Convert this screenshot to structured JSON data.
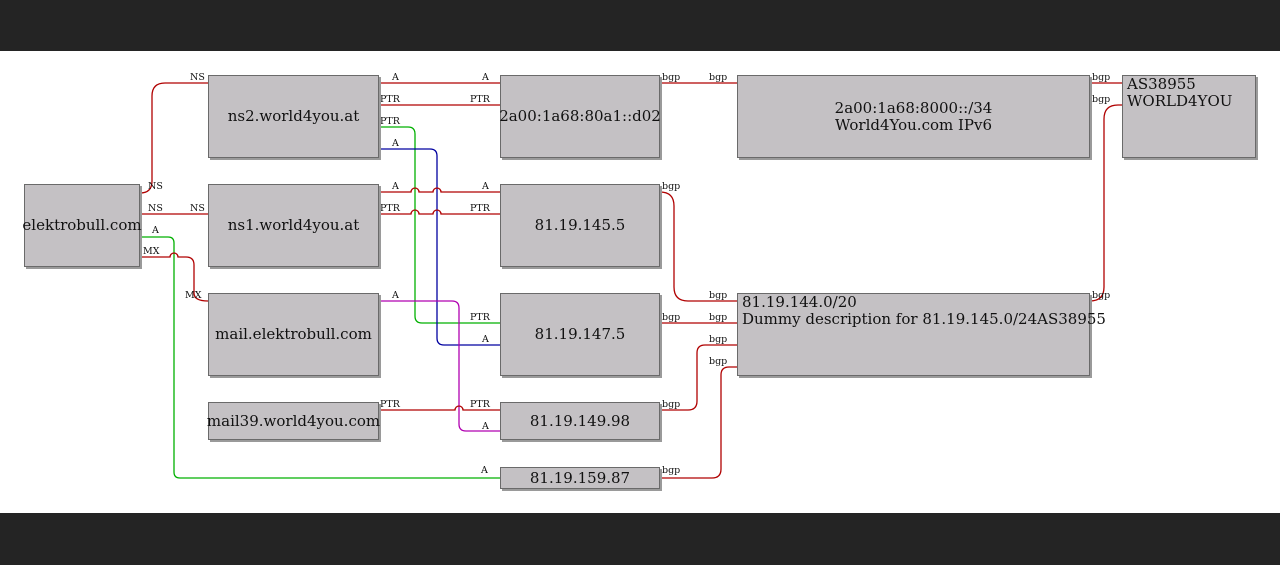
{
  "colors": {
    "bgp": "#b00000",
    "ns": "#b00000",
    "a_ns": "#b00000",
    "ptr": "#b00000",
    "mx": "#b00000",
    "a_green": "#00b000",
    "ptr_green": "#00b000",
    "a_blue": "#0000a0",
    "a_magenta": "#b000b0",
    "node_fill": "#c4c1c4"
  },
  "nodes": {
    "elektrobull": "elektrobull.com",
    "ns2": "ns2.world4you.at",
    "ns1": "ns1.world4you.at",
    "mail": "mail.elektrobull.com",
    "mail39": "mail39.world4you.com",
    "ip6": "2a00:1a68:80a1::d02",
    "ip145_5": "81.19.145.5",
    "ip147_5": "81.19.147.5",
    "ip149_98": "81.19.149.98",
    "ip159_87": "81.19.159.87",
    "net6_line1": "2a00:1a68:8000::/34",
    "net6_line2": "World4You.com IPv6",
    "net144_line1": "81.19.144.0/20",
    "net144_line2": "Dummy description for 81.19.145.0/24AS38955",
    "as_line1": "AS38955",
    "as_line2": "WORLD4YOU"
  },
  "edge_labels": {
    "ns": "NS",
    "a": "A",
    "ptr": "PTR",
    "mx": "MX",
    "bgp": "bgp"
  }
}
